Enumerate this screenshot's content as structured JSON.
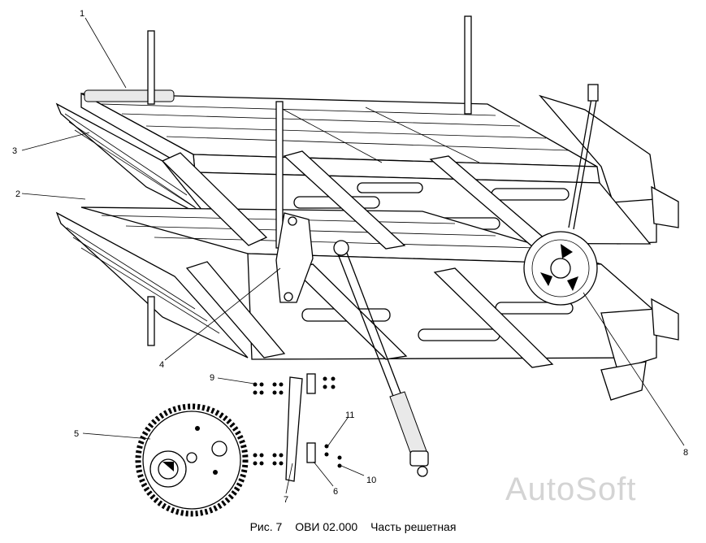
{
  "caption": {
    "figure_label": "Рис. 7",
    "code": "ОВИ 02.000",
    "title": "Часть решетная"
  },
  "callouts": [
    "1",
    "2",
    "3",
    "4",
    "5",
    "6",
    "7",
    "8",
    "9",
    "10",
    "11"
  ],
  "watermark": "AutoSoft"
}
